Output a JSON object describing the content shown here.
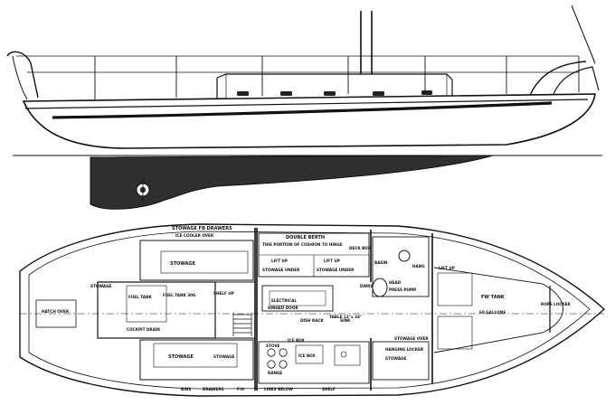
{
  "labels": {
    "stowage_fb_drawers": "STOWAGE FB DRAWERS",
    "ice_cooler_over": "ICE COOLER OVER",
    "double_berth": "DOUBLE BERTH",
    "this_portion_cushion": "THIS PORTION OF CUSHION TO HINGE",
    "lift_up_top": "LIFT UP",
    "lift_up_top2": "LIFT UP",
    "stowage_under_1": "STOWAGE UNDER",
    "stowage_under_2": "STOWAGE UNDER",
    "stowage_top": "STOWAGE",
    "stowage_bottom": "STOWAGE",
    "stowage_lower": "STOWAGE",
    "deck_box": "DECK BOX",
    "basin": "BASIN",
    "hanging_locker_r": "HANG",
    "head": "HEAD",
    "pressure_pump": "PRESS PUMP",
    "lift_up_fwd": "LIFT UP",
    "fw_tank": "FW TANK",
    "fw_gallons": "60 GALLONS",
    "rope_locker": "ROPE LOCKER",
    "fuel_tank_label": "FUEL TANK",
    "fuel_fill": "FUEL TANK 30G",
    "cockpit_drain": "COCKPIT DRAIN",
    "sink": "SINK",
    "electrical": "ELECTRICAL",
    "table": "TABLE 12\"x 24\"",
    "ice_box": "ICE BOX",
    "range": "RANGE",
    "stowage_over": "STOWAGE OVER",
    "lines_below": "LINES BELOW",
    "shelf": "SHELF",
    "hanging_locker": "HANGING LOCKER",
    "stowage_fwd": "STOWAGE",
    "hatch_over": "HATCH OVER",
    "bins": "BINS",
    "drawers": "DRAWERS",
    "fh": "F/H",
    "dish_rack": "DISH RACK",
    "stove": "STOVE",
    "hinged_door": "HINGED DOOR",
    "dwrs": "DWRS",
    "ice_box_sm": "ICE BOX",
    "stowage_bot_label": "STOWAGE",
    "shelf_up": "SHELF UP"
  },
  "colors": {
    "ink": "#111111",
    "keel": "#2f2f2f",
    "background": "#ffffff"
  }
}
